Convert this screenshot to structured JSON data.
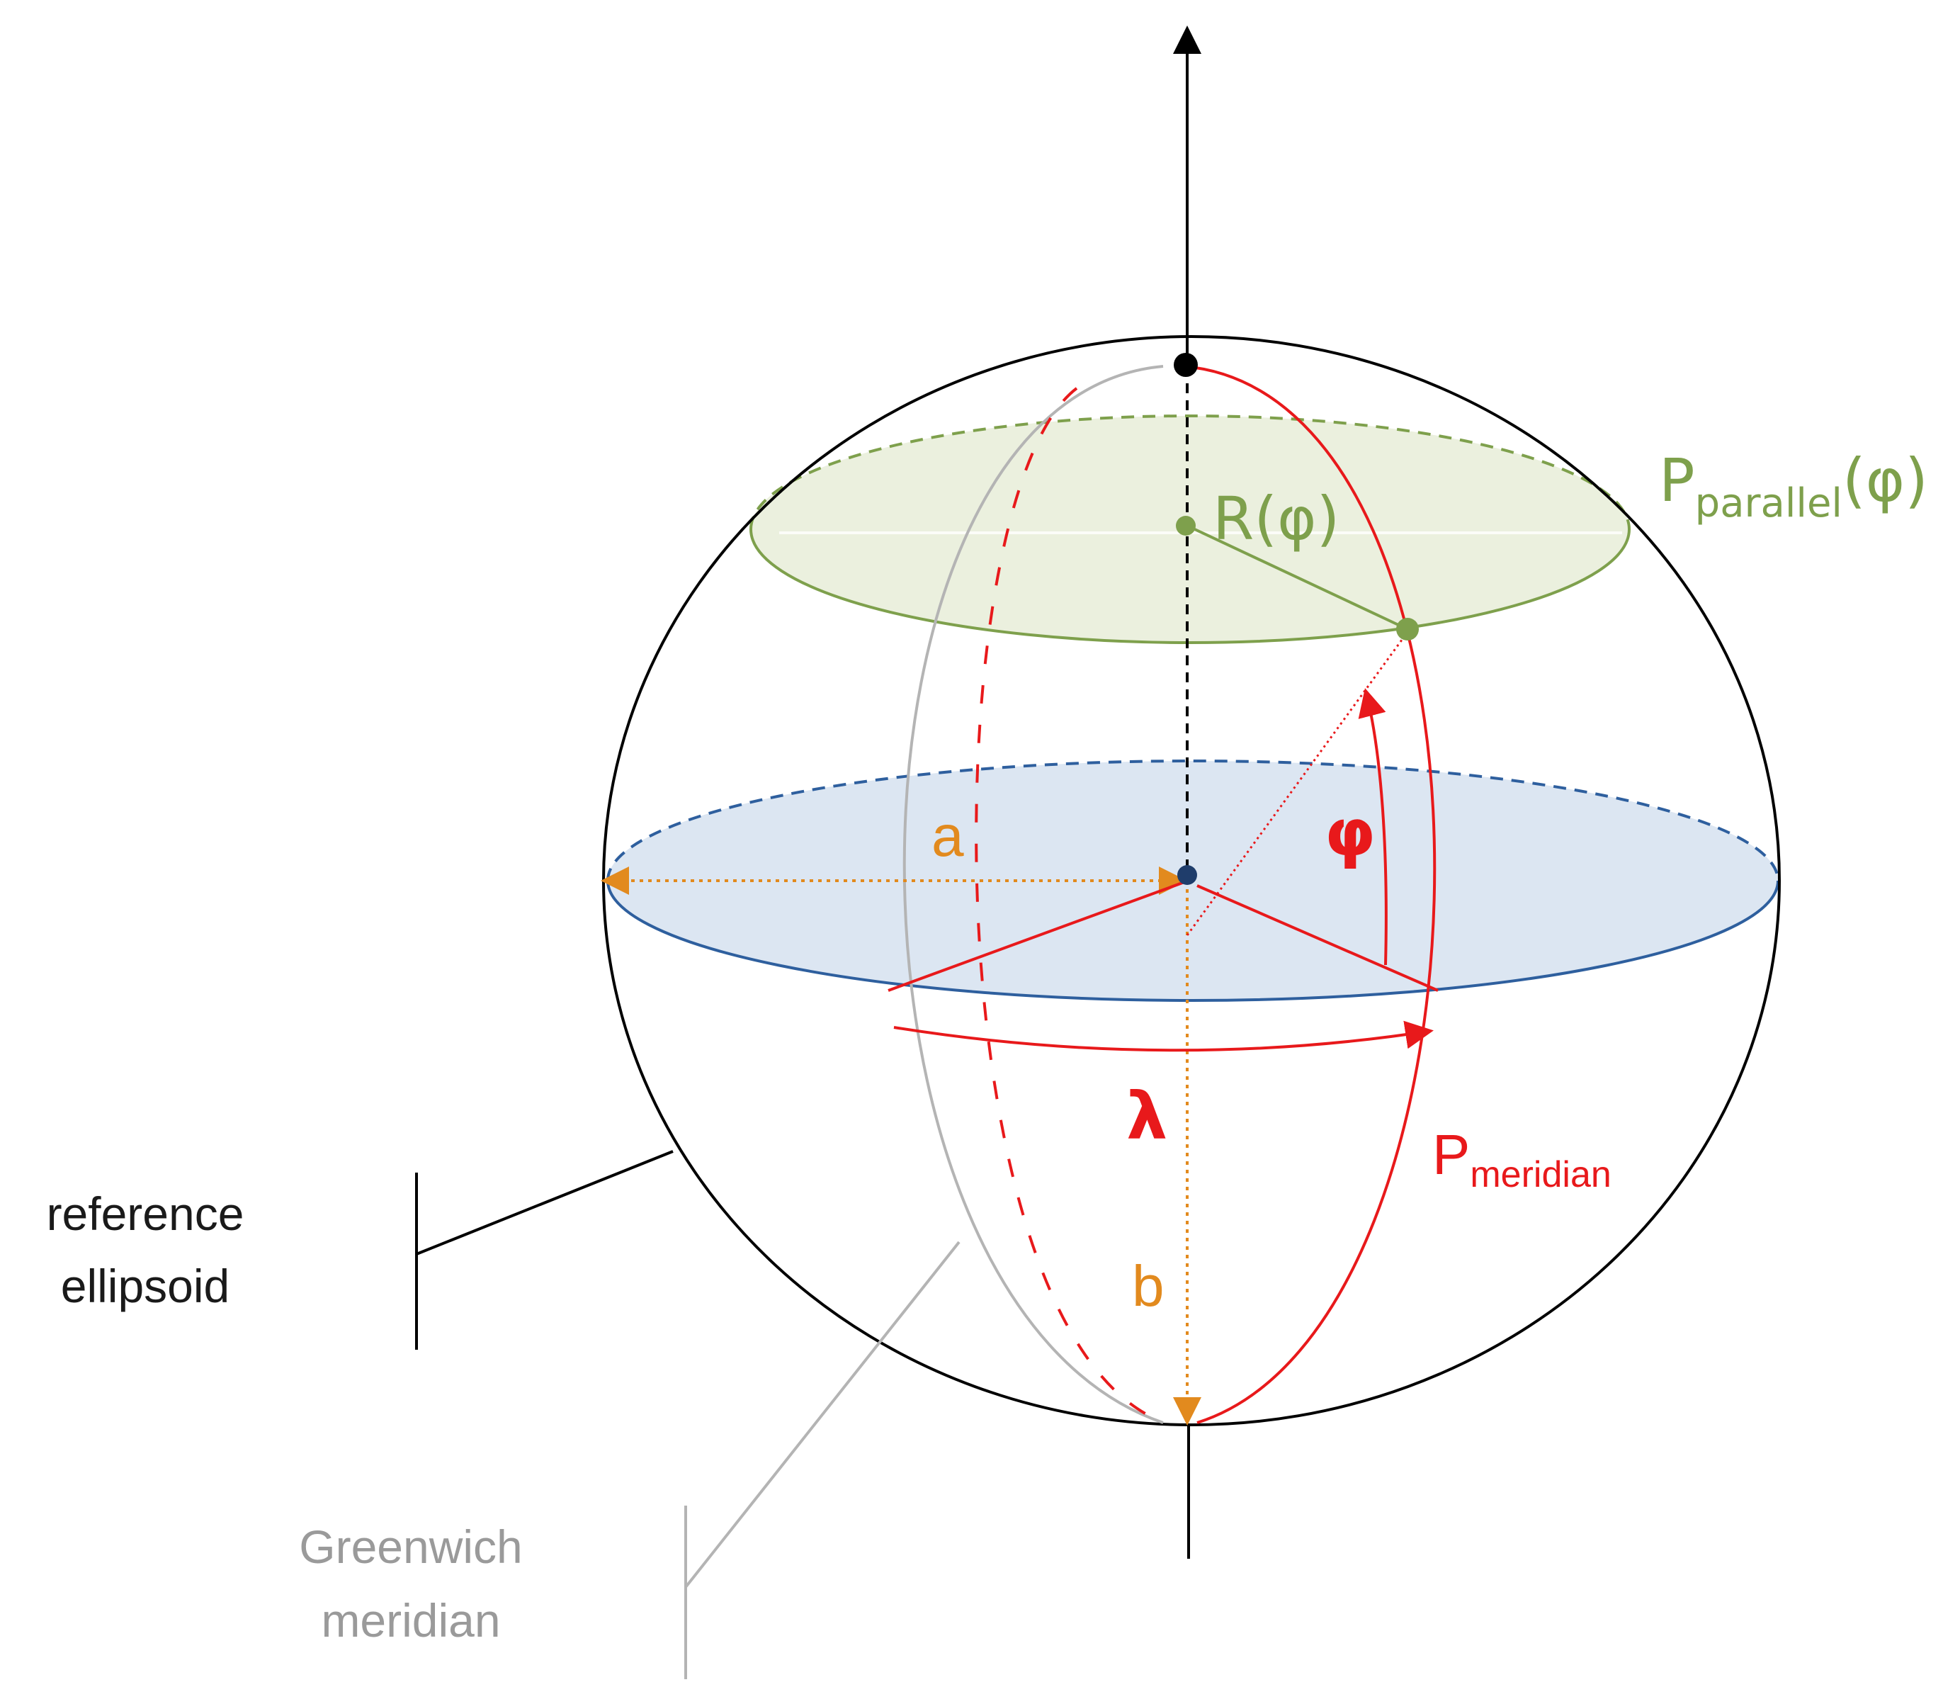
{
  "labels": {
    "a": "a",
    "b": "b",
    "phi": "φ",
    "lambda": "λ",
    "r_phi": "R(φ)",
    "p_parallel_main": "P",
    "p_parallel_sub": "parallel",
    "p_parallel_arg": "(φ)",
    "p_meridian_main": "P",
    "p_meridian_sub": "meridian",
    "reference_ellipsoid_line1": "reference",
    "reference_ellipsoid_line2": "ellipsoid",
    "greenwich_line1": "Greenwich",
    "greenwich_line2": "meridian"
  },
  "colors": {
    "outline": "#000000",
    "meridian": "#e8191b",
    "greenwich": "#b4b4b4",
    "parallel_stroke": "#7ea04c",
    "parallel_fill": "#ebf0de",
    "equator_stroke": "#2e5f9e",
    "equator_fill": "#dce6f2",
    "axes_orange": "#e28a1e",
    "center_dot": "#1f3d6b"
  }
}
